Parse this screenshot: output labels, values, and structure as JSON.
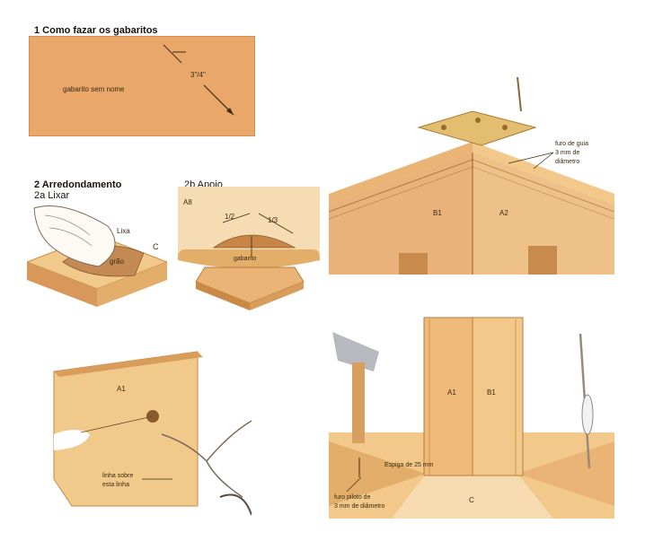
{
  "panel1": {
    "title": "1 Como fazar os gabaritos",
    "label_a": "gabarito sem nome",
    "label_b": "3\"/4\""
  },
  "panel2a": {
    "title": "2 Arredondamento",
    "subtitle": "2a Lixar",
    "label_a": "Lixa",
    "label_b": "C",
    "label_c": "grão"
  },
  "panel2b": {
    "title": "2b Apoio",
    "label_a": "A8",
    "label_b": "1/2",
    "label_c": "1/3",
    "label_d": "gabarito"
  },
  "panel3": {
    "label_a": "B1",
    "label_b": "A2",
    "label_c": "furo de guia",
    "label_d": "3 mm de",
    "label_e": "diâmetro"
  },
  "panel4": {
    "label_a": "A1",
    "label_b": "linha sobre",
    "label_c": "esta linha"
  },
  "panel5": {
    "label_a": "A1",
    "label_b": "B1",
    "label_c": "C",
    "label_d": "Espiga de 25 mm",
    "label_e": "furo piloto de",
    "label_f": "3 mm de diâmetro"
  },
  "colors": {
    "wood_light": "#f1c98a",
    "wood_mid": "#e3ad6a",
    "wood_dark": "#c88a45",
    "brass": "#e4be70"
  }
}
